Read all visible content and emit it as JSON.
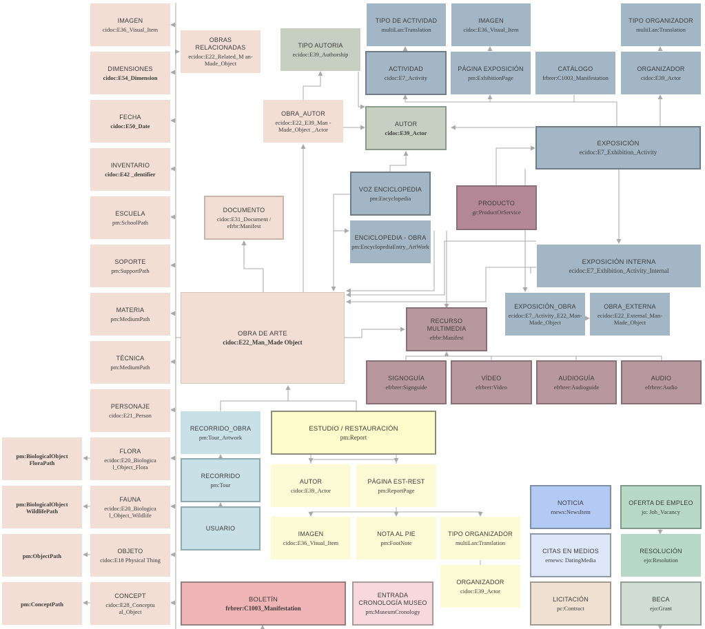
{
  "colors": {
    "peach": "#f2ded5",
    "blue_grey": "#a3b6c5",
    "sage": "#c7cfc2",
    "mauve": "#b7989f",
    "plum": "#b38796",
    "light_yellow": "#fdfbd5",
    "yellow": "#fdfbc9",
    "light_blue": "#c9e0e6",
    "rose_red": "#efb4b5",
    "pink": "#f6d8dd",
    "periwinkle": "#b5c9f5",
    "ice": "#dde7f7",
    "mint": "#b7d8c6",
    "tan": "#efe1d2",
    "sage_grey": "#cfddd4",
    "line": "#a9a9a9"
  },
  "nodes": {
    "imagen_left": {
      "title": "IMAGEN",
      "sub": "cidoc:E36_Visual_Item"
    },
    "dimensiones": {
      "title": "DIMENSIONES",
      "sub": "cidoc:E54_Dimension"
    },
    "fecha": {
      "title": "FECHA",
      "sub": "cidoc:E50_Date"
    },
    "inventario": {
      "title": "INVENTARIO",
      "sub": "cidoc:E42 _dentifier"
    },
    "escuela": {
      "title": "ESCUELA",
      "sub": "pm:SchoolPath"
    },
    "soporte": {
      "title": "SOPORTE",
      "sub": "pm:SupportPath"
    },
    "materia": {
      "title": "MATERIA",
      "sub": "pm:MediumPath"
    },
    "tecnica": {
      "title": "TÉCNICA",
      "sub": "pm:MediumPath"
    },
    "personaje": {
      "title": "PERSONAJE",
      "sub": "cidoc:E21_Person"
    },
    "flora": {
      "title": "FLORA",
      "sub": "ecidoc:E20_Biologica l_Object_Flora"
    },
    "fauna": {
      "title": "FAUNA",
      "sub": "ecidoc:E20_Biologica l_Object_Wildlife"
    },
    "objeto": {
      "title": "OBJETO",
      "sub": "cidoc:E18 Physical Thing"
    },
    "concept": {
      "title": "CONCEPT",
      "sub": "cidoc:E28_Conceptu al_Object"
    },
    "flora_path": {
      "title": "pm:BiologicalObject FloraPath"
    },
    "wildlife_path": {
      "title": "pm:BiologicalObject WildlifePath"
    },
    "object_path": {
      "title": "pm:ObjectPath"
    },
    "concept_path": {
      "title": "pm:ConceptPath"
    },
    "obras_relacionadas": {
      "title": "OBRAS RELACIONADAS",
      "sub": "ecidoc:E22_Related_M an-Made_Object"
    },
    "tipo_autoria": {
      "title": "TIPO AUTORIA",
      "sub": "ecidoc:E39_Authorship"
    },
    "obra_autor": {
      "title": "OBRA_AUTOR",
      "sub": "ecidoc:E22_E39_Man -Made_Object _Actor"
    },
    "autor": {
      "title": "AUTOR",
      "sub": "cidoc:E39_Actor"
    },
    "documento": {
      "title": "DOCUMENTO",
      "sub": "cidoc:E31_Document / efrbr:Manifest"
    },
    "voz_enciclopedia": {
      "title": "VOZ ENCICLOPEDIA",
      "sub": "pm:Encyclopedia"
    },
    "enciclopedia_obra": {
      "title": "ENCICLOPEDIA - OBRA",
      "sub": "pm:EncyclopediaEntry_ArtWork"
    },
    "producto": {
      "title": "PRODUCTO",
      "sub": "gr:ProductOrService"
    },
    "obra_de_arte": {
      "title": "OBRA DE ARTE",
      "sub": "cidoc:E22_Man_Made Object"
    },
    "tipo_actividad": {
      "title": "TIPO DE ACTIVIDAD",
      "sub": "multiLan:Translation"
    },
    "imagen_top": {
      "title": "IMAGEN",
      "sub": "cidoc:E36_Visual_Item"
    },
    "tipo_organizador_top": {
      "title": "TIPO ORGANIZADOR",
      "sub": "multiLan:Translation"
    },
    "actividad": {
      "title": "ACTIVIDAD",
      "sub": "cidoc:E7_Activity"
    },
    "pagina_exposicion": {
      "title": "PÁGINA EXPOSICIÓN",
      "sub": "pm:ExhibitionPage"
    },
    "catalogo": {
      "title": "CATÁLOGO",
      "sub": "frbrer:C1003_Manifestation"
    },
    "organizador_top": {
      "title": "ORGANIZADOR",
      "sub": "cidoc:E39_Actor"
    },
    "exposicion": {
      "title": "EXPOSICIÓN",
      "sub": "ecidoc:E7_Exhibition_Activity"
    },
    "exposicion_interna": {
      "title": "EXPOSICIÓN INTERNA",
      "sub": "ecidoc:E7_Exhibition_Activity_Internal"
    },
    "exposicion_obra": {
      "title": "EXPOSICIÓN_OBRA",
      "sub": "ecidoc:E7_Activity_E22_Man-Made_Object"
    },
    "obra_externa": {
      "title": "OBRA_EXTERNA",
      "sub": "ecidoc:E22_External_Man-Made_Object"
    },
    "recurso_multimedia": {
      "title": "RECURSO MULTIMEDIA",
      "sub": "efrbr:Manifest"
    },
    "signoguia": {
      "title": "SIGNOGUÍA",
      "sub": "efrbrer:Signguide"
    },
    "video": {
      "title": "VÍDEO",
      "sub": "efrbrer:Video"
    },
    "audioguia": {
      "title": "AUDIOGUÍA",
      "sub": "efrbrer:Audioguide"
    },
    "audio": {
      "title": "AUDIO",
      "sub": "efrbrer:Audio"
    },
    "recorrido_obra": {
      "title": "RECORRIDO_OBRA",
      "sub": "pm:Tour_Artwork"
    },
    "recorrido": {
      "title": "RECORRIDO",
      "sub": "pm:Tour"
    },
    "usuario": {
      "title": "USUARIO"
    },
    "estudio": {
      "title": "ESTUDIO / RESTAURACIÓN",
      "sub": "pm:Report"
    },
    "autor_est": {
      "title": "AUTOR",
      "sub": "cidoc:E39_Actor"
    },
    "pagina_est": {
      "title": "PÁGINA EST-REST",
      "sub": "pm:ReportPage"
    },
    "imagen_est": {
      "title": "IMAGEN",
      "sub": "cidoc:E36_Visual_Item"
    },
    "nota_al_pie": {
      "title": "NOTA AL PIE",
      "sub": "pm:FootNote"
    },
    "tipo_organizador_est": {
      "title": "TIPO ORGANIZADOR",
      "sub": "multiLan:Translation"
    },
    "organizador_est": {
      "title": "ORGANIZADOR",
      "sub": "cidoc:E39_Actor"
    },
    "boletin": {
      "title": "BOLETÍN",
      "sub": "frbrer:C1003_Manifestation"
    },
    "entrada_cronologia": {
      "title": "ENTRADA CRONOLOGÍA MUSEO",
      "sub": "pm:MuseumCronology"
    },
    "noticia": {
      "title": "NOTICIA",
      "sub": "rnews:NewsItem"
    },
    "oferta_empleo": {
      "title": "OFERTA DE EMPLEO",
      "sub": "jo: Job_Vacancy"
    },
    "citas_medios": {
      "title": "CITAS EN MEDIOS",
      "sub": "ernews: DatingMedia"
    },
    "resolucion": {
      "title": "RESOLUCIÓN",
      "sub": "ejo:Resolution"
    },
    "licitacion": {
      "title": "LICITACIÓN",
      "sub": "pc:Contract"
    },
    "beca": {
      "title": "BECA",
      "sub": "ejo:Grant"
    }
  }
}
